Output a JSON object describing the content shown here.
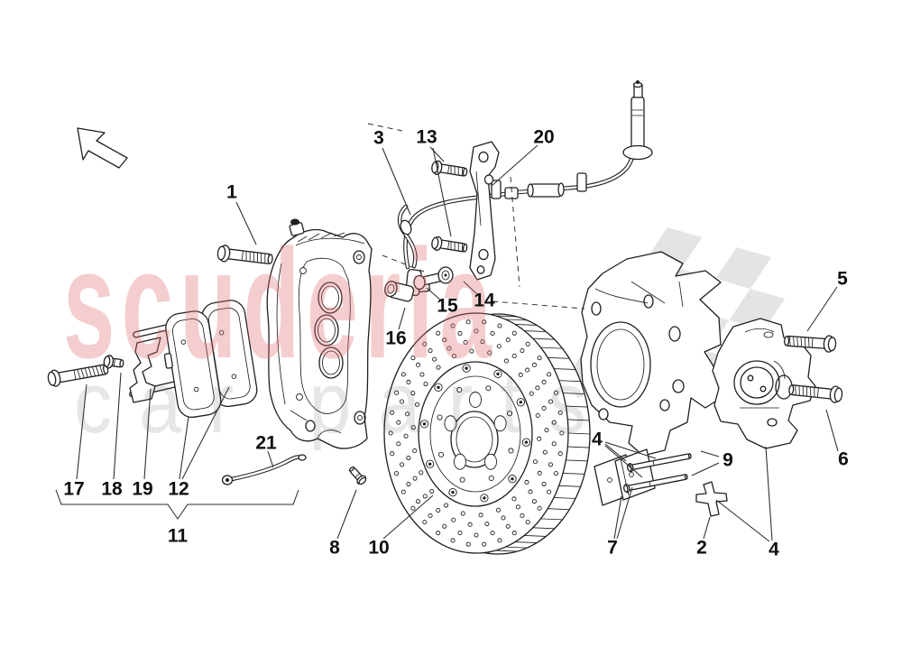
{
  "watermark": {
    "brand": "scuderia",
    "subtitle": "car parts"
  },
  "colors": {
    "line": "#1f1f1f",
    "watermark_red": "rgba(221,106,106,0.33)",
    "watermark_gray": "rgba(60,60,60,0.13)",
    "flag_gray": "#e4e4e4"
  },
  "callouts": [
    {
      "label": "1"
    },
    {
      "label": "3"
    },
    {
      "label": "13"
    },
    {
      "label": "20"
    },
    {
      "label": "5"
    },
    {
      "label": "15"
    },
    {
      "label": "14"
    },
    {
      "label": "16"
    },
    {
      "label": "17"
    },
    {
      "label": "18"
    },
    {
      "label": "19"
    },
    {
      "label": "12"
    },
    {
      "label": "21"
    },
    {
      "label": "11"
    },
    {
      "label": "8"
    },
    {
      "label": "10"
    },
    {
      "label": "7"
    },
    {
      "label": "2"
    },
    {
      "label": "4"
    },
    {
      "label": "4"
    },
    {
      "label": "9"
    },
    {
      "label": "6"
    }
  ]
}
